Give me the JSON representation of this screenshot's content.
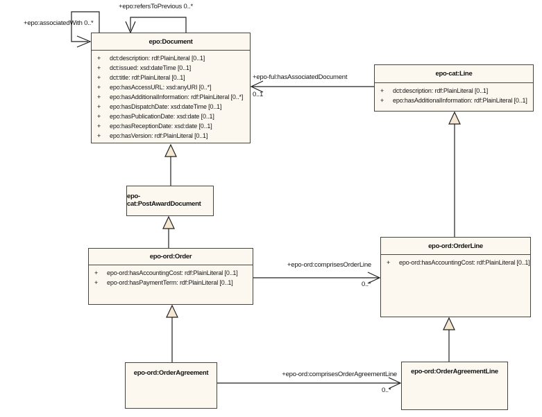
{
  "diagram": {
    "classes": {
      "document": {
        "title": "epo:Document",
        "attributes": [
          {
            "vis": "+",
            "text": "dct:description: rdf:PlainLiteral [0..1]"
          },
          {
            "vis": "+",
            "text": "dct:issued: xsd:dateTime [0..1]"
          },
          {
            "vis": "+",
            "text": "dct:title: rdf:PlainLiteral [0..1]"
          },
          {
            "vis": "+",
            "text": "epo:hasAccessURL: xsd:anyURI [0..*]"
          },
          {
            "vis": "+",
            "text": "epo:hasAdditionalInformation: rdf:PlainLiteral [0..*]"
          },
          {
            "vis": "+",
            "text": "epo:hasDispatchDate: xsd:dateTime [0..1]"
          },
          {
            "vis": "+",
            "text": "epo:hasPublicationDate: xsd:date [0..1]"
          },
          {
            "vis": "+",
            "text": "epo:hasReceptionDate: xsd:date [0..1]"
          },
          {
            "vis": "+",
            "text": "epo:hasVersion: rdf:PlainLiteral [0..1]"
          }
        ]
      },
      "line": {
        "title": "epo-cat:Line",
        "attributes": [
          {
            "vis": "+",
            "text": "dct:description: rdf:PlainLiteral [0..1]"
          },
          {
            "vis": "+",
            "text": "epo:hasAdditionalInformation: rdf:PlainLiteral [0..1]"
          }
        ]
      },
      "postAwardDocument": {
        "title": "epo-cat:PostAwardDocument"
      },
      "order": {
        "title": "epo-ord:Order",
        "attributes": [
          {
            "vis": "+",
            "text": "epo-ord:hasAccountingCost: rdf:PlainLiteral [0..1]"
          },
          {
            "vis": "+",
            "text": "epo-ord:hasPaymentTerm: rdf:PlainLiteral [0..1]"
          }
        ]
      },
      "orderLine": {
        "title": "epo-ord:OrderLine",
        "attributes": [
          {
            "vis": "+",
            "text": "epo-ord:hasAccountingCost: rdf:PlainLiteral [0..1]"
          }
        ]
      },
      "orderAgreement": {
        "title": "epo-ord:OrderAgreement"
      },
      "orderAgreementLine": {
        "title": "epo-ord:OrderAgreementLine"
      }
    },
    "edges": {
      "refersToPrevious": {
        "label": "+epo:refersToPrevious 0..*"
      },
      "associatedWith": {
        "label": "+epo:associatedWith 0..*"
      },
      "hasAssociatedDocument": {
        "label": "+epo-ful:hasAssociatedDocument",
        "targetMultiplicity": "0..1"
      },
      "comprisesOrderLine": {
        "label": "+epo-ord:comprisesOrderLine",
        "targetMultiplicity": "0..*"
      },
      "comprisesOrderAgreementLine": {
        "label": "+epo-ord:comprisesOrderAgreementLine",
        "targetMultiplicity": "0..*"
      }
    },
    "colors": {
      "boxFill": "#fdf8ef",
      "boxBorder": "#44443c",
      "triangleFill": "#f5e8d2",
      "edgeColor": "#1f1f1f"
    }
  }
}
